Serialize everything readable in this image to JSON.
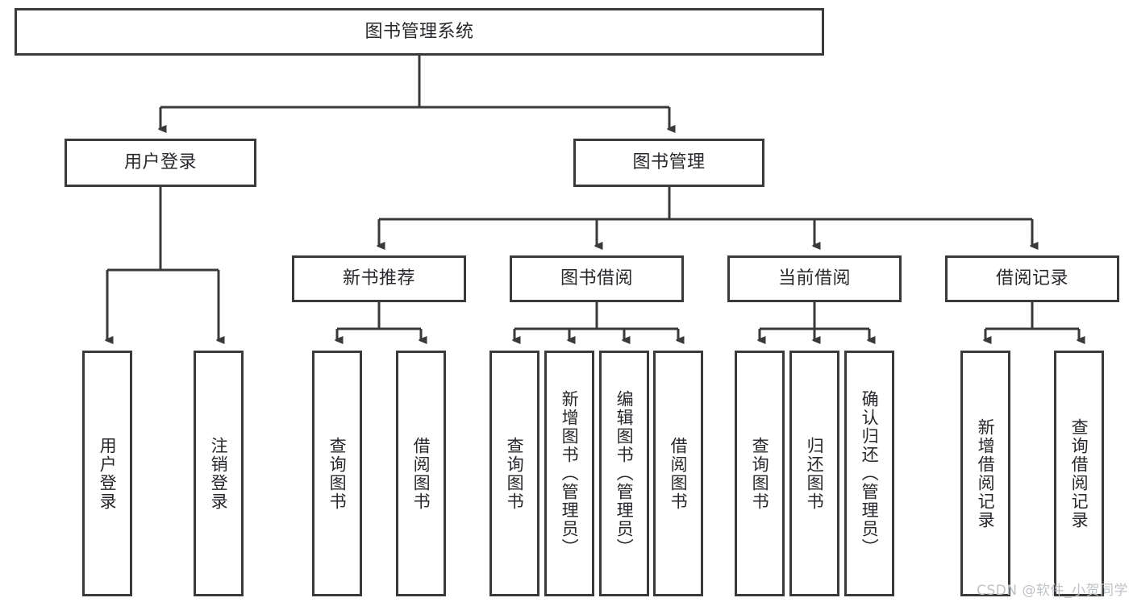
{
  "diagram": {
    "title_node": {
      "label": "图书管理系统"
    },
    "level1": [
      {
        "label": "用户登录"
      },
      {
        "label": "图书管理"
      }
    ],
    "level2": [
      {
        "label": "新书推荐"
      },
      {
        "label": "图书借阅"
      },
      {
        "label": "当前借阅"
      },
      {
        "label": "借阅记录"
      }
    ],
    "leaves": {
      "user_login": [
        {
          "label": "用户登录"
        },
        {
          "label": "注销登录"
        }
      ],
      "new_book": [
        {
          "label": "查询图书"
        },
        {
          "label": "借阅图书"
        }
      ],
      "borrow_book": [
        {
          "label": "查询图书"
        },
        {
          "label": "新增图书（管理员）"
        },
        {
          "label": "编辑图书（管理员）"
        },
        {
          "label": "借阅图书"
        }
      ],
      "current_borrow": [
        {
          "label": "查询图书"
        },
        {
          "label": "归还图书"
        },
        {
          "label": "确认归还（管理员）"
        }
      ],
      "borrow_record": [
        {
          "label": "新增借阅记录"
        },
        {
          "label": "查询借阅记录"
        }
      ]
    }
  },
  "watermark": {
    "text": "CSDN @软件_小贺同学"
  },
  "colors": {
    "stroke": "#3a3a3a",
    "text": "#26282b",
    "background": "#ffffff",
    "watermark": "#bfc3c7"
  }
}
